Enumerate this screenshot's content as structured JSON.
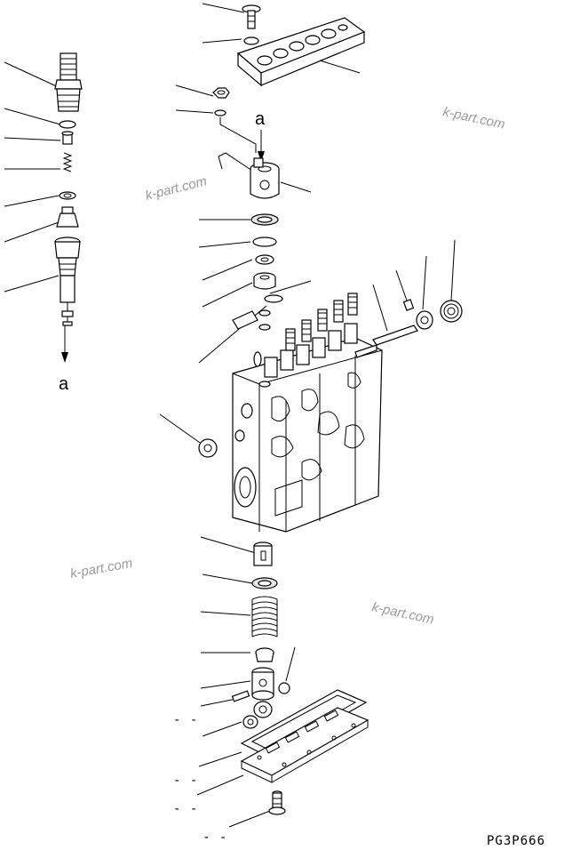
{
  "diagram": {
    "ref_label_top": "a",
    "ref_label_left": "a",
    "watermarks": [
      "k-part.com",
      "k-part.com",
      "k-part.com",
      "k-part.com"
    ],
    "drawing_code": "PG3P666",
    "dash_marks": [
      "- -",
      "- -",
      "- -",
      "- -"
    ]
  }
}
